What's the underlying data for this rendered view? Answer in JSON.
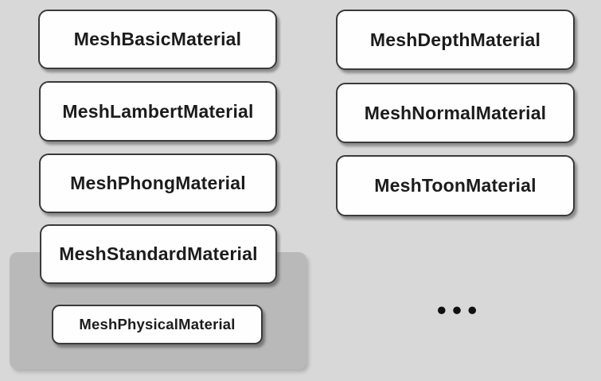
{
  "diagram": {
    "left_column": [
      {
        "id": "mesh-basic-material",
        "label": "MeshBasicMaterial"
      },
      {
        "id": "mesh-lambert-material",
        "label": "MeshLambertMaterial"
      },
      {
        "id": "mesh-phong-material",
        "label": "MeshPhongMaterial"
      },
      {
        "id": "mesh-standard-material",
        "label": "MeshStandardMaterial"
      },
      {
        "id": "mesh-physical-material",
        "label": "MeshPhysicalMaterial"
      }
    ],
    "right_column": [
      {
        "id": "mesh-depth-material",
        "label": "MeshDepthMaterial"
      },
      {
        "id": "mesh-normal-material",
        "label": "MeshNormalMaterial"
      },
      {
        "id": "mesh-toon-material",
        "label": "MeshToonMaterial"
      }
    ],
    "ellipsis": "•••",
    "colors": {
      "page_background": "#d8d8d8",
      "group_background": "#b9b9b9",
      "node_background": "#fefefe",
      "node_border": "#3a3a3a",
      "node_text": "#1c1c1c"
    }
  }
}
